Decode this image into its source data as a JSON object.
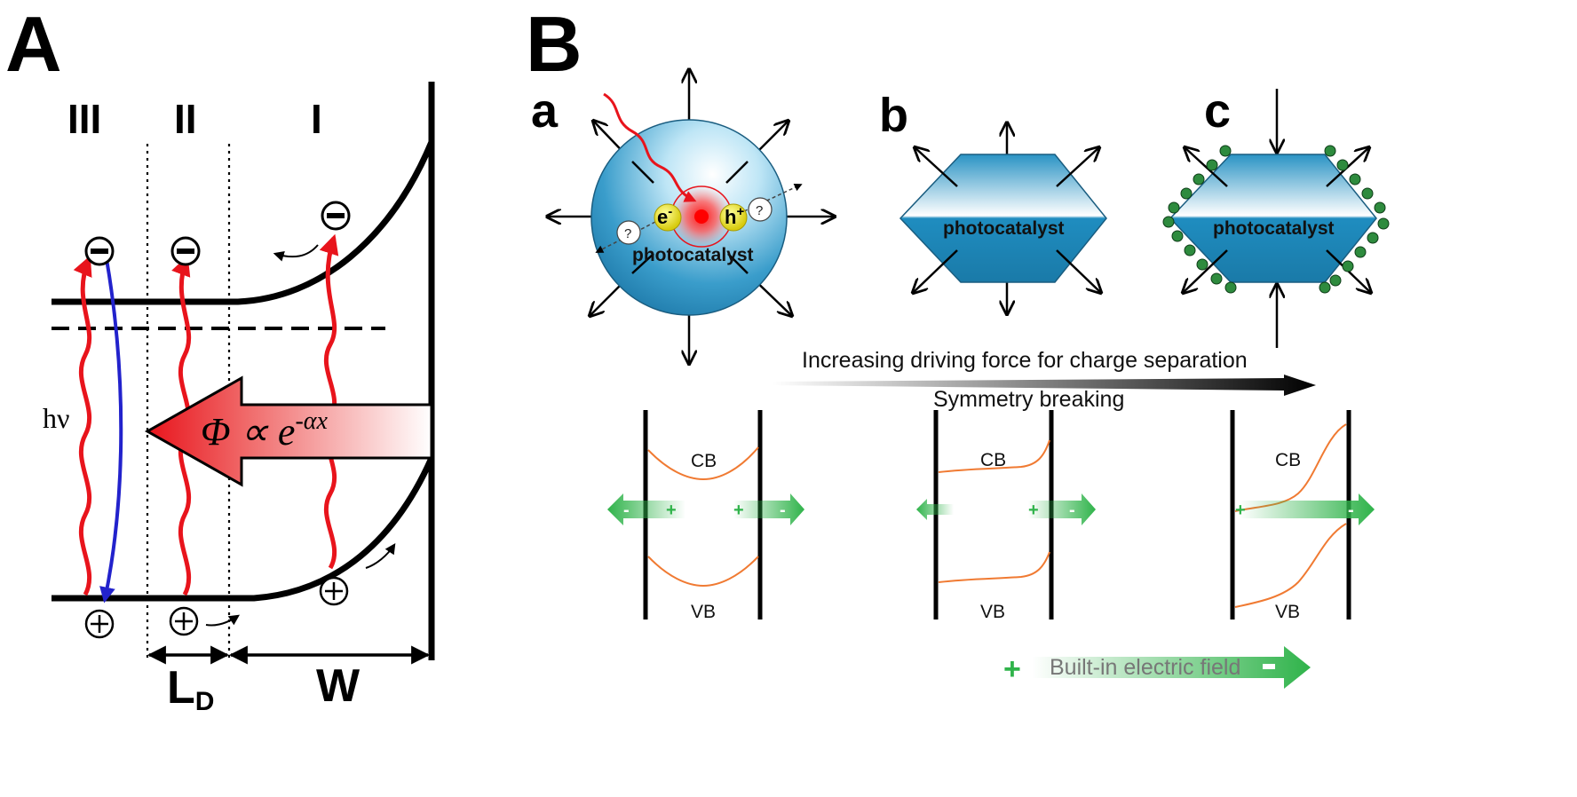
{
  "panelA": {
    "letter": "A",
    "regions": [
      "III",
      "II",
      "I"
    ],
    "hv_label": "hν",
    "flux_formula": {
      "main": "Φ ∝ e",
      "exponent": "-αx"
    },
    "width_labels": {
      "diffusion": "L",
      "diffusion_sub": "D",
      "depletion": "W"
    }
  },
  "panelB": {
    "letter": "B",
    "subpanels": [
      {
        "letter": "a",
        "particle_label": "photocatalyst",
        "electron": "e",
        "electron_sup": "-",
        "hole": "h",
        "hole_sup": "+",
        "unknown": "?"
      },
      {
        "letter": "b",
        "particle_label": "photocatalyst"
      },
      {
        "letter": "c",
        "particle_label": "photocatalyst"
      }
    ],
    "trend_caption": "Increasing driving force for charge separation",
    "trend_caption_2": "Symmetry breaking",
    "band_labels": {
      "conduction": "CB",
      "valence": "VB"
    },
    "field_signs": {
      "plus": "+",
      "minus": "-"
    },
    "legend": {
      "plus": "+",
      "text": "Built-in electric field"
    }
  },
  "colors": {
    "photon": "#e8141c",
    "recombination": "#2222cc",
    "band_curve": "#f07a32",
    "field_green": "#2fb34a",
    "particle_blue": "#2a93c4",
    "cocatalyst": "#2e8b3e",
    "carrier_yellow": "#e8e02a"
  }
}
